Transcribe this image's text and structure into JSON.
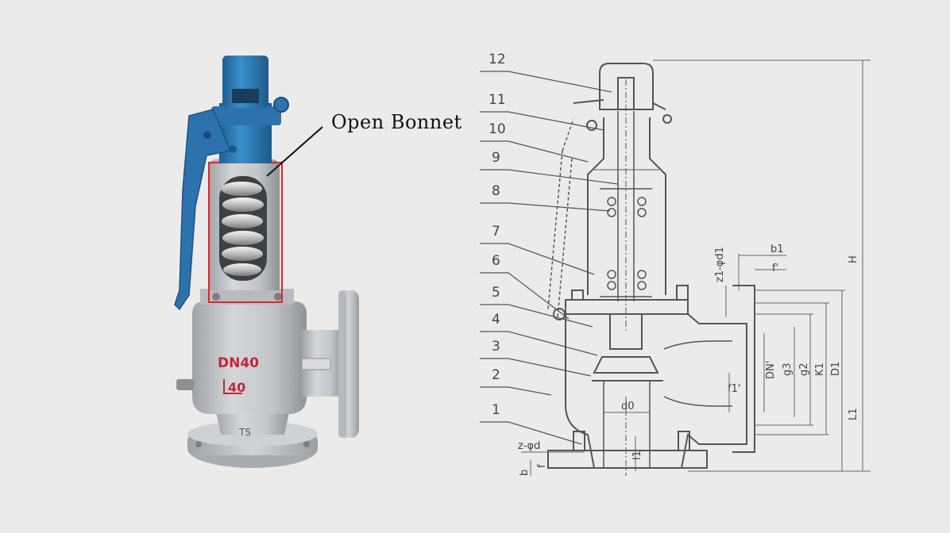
{
  "photo": {
    "callout_label": "Open Bonnet",
    "body_marking_size": "DN40",
    "body_marking_pressure": "40",
    "body_marking_base": "TS",
    "colors": {
      "background": "#ebebeb",
      "cap_blue": "#2f7fb9",
      "lever_blue": "#2e72ad",
      "body_grey": "#c7cacd",
      "highlight_red": "#e32424",
      "marking_red": "#c0283a"
    }
  },
  "drawing": {
    "part_numbers": [
      "12",
      "11",
      "10",
      "9",
      "8",
      "7",
      "6",
      "5",
      "4",
      "3",
      "2",
      "1"
    ],
    "dimension_labels": {
      "b1": "b1",
      "f_top": "f'",
      "z1_phid1": "z1-φd1",
      "H": "H",
      "DN_outlet": "DN'",
      "g3": "g3",
      "g2": "g2",
      "K1": "K1",
      "D1": "D1",
      "L1": "L1",
      "f1": "f1'",
      "d0": "d0",
      "z_phid": "z-φd",
      "b": "b",
      "f_bottom": "f",
      "L": "l1"
    }
  }
}
